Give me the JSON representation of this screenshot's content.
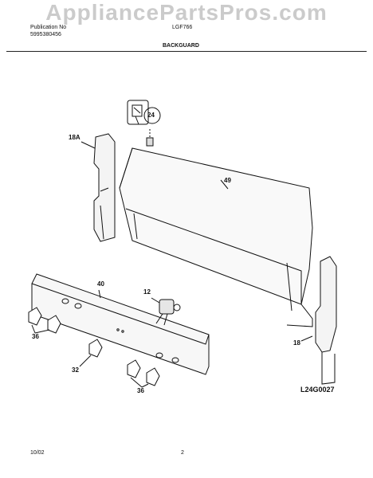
{
  "watermark": "AppliancePartsPros.com",
  "header": {
    "publication_label": "Publication No",
    "publication_no": "5995380456",
    "model": "LGF766",
    "section_title": "BACKGUARD"
  },
  "callouts": {
    "c24": "24",
    "c18A": "18A",
    "c49": "49",
    "c40": "40",
    "c12": "12",
    "c36a": "36",
    "c32": "32",
    "c36b": "36",
    "c18": "18"
  },
  "figure_code": "L24G0027",
  "footer": {
    "date": "10/02",
    "page": "2"
  }
}
